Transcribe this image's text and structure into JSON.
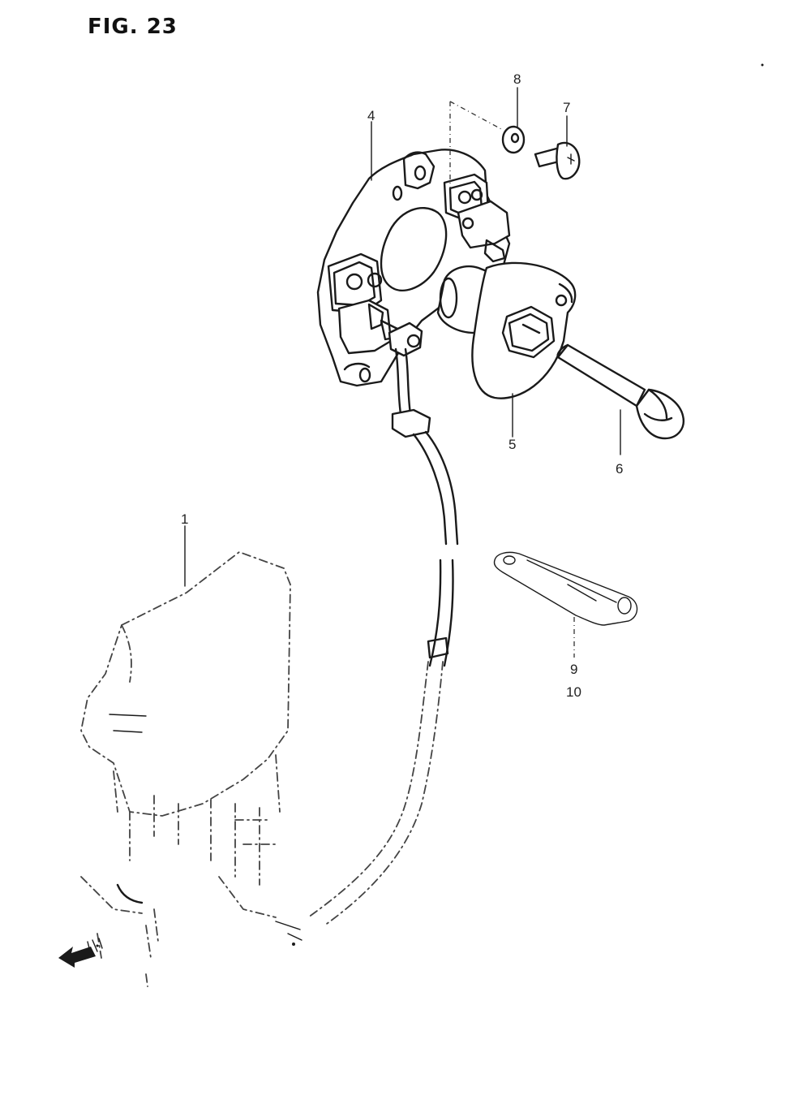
{
  "figure": {
    "title": "FIG. 23"
  },
  "callouts": {
    "c1": "1",
    "c4": "4",
    "c5": "5",
    "c6": "6",
    "c7": "7",
    "c8": "8",
    "c9": "9",
    "c10": "10"
  },
  "icons": {
    "direction_arrow": "front-direction-arrow-icon"
  },
  "colors": {
    "ink": "#1a1a1a",
    "paper": "#ffffff"
  }
}
